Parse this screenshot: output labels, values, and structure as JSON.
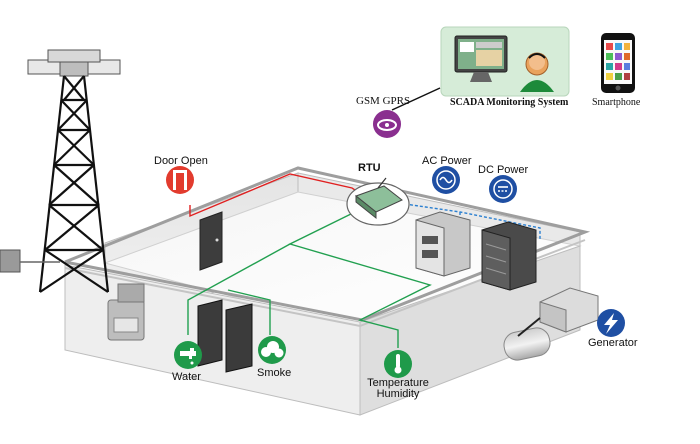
{
  "labels": {
    "door_open": "Door Open",
    "gsm_gprs": "GSM GPRS",
    "scada": "SCADA Monitoring System",
    "smartphone": "Smartphone",
    "rtu": "RTU",
    "ac_power": "AC Power",
    "dc_power": "DC Power",
    "generator": "Generator",
    "water": "Water",
    "smoke": "Smoke",
    "temperature": "Temperature",
    "humidity": "Humidity"
  },
  "icons": {
    "door_open": "door-icon",
    "gsm_gprs": "gsm-antenna-icon",
    "ac_power": "ac-wave-icon",
    "dc_power": "dc-lines-icon",
    "generator": "lightning-icon",
    "water": "faucet-icon",
    "smoke": "smoke-cloud-icon",
    "temperature": "thermometer-icon"
  },
  "colors": {
    "alarm_red": "#e23b2e",
    "power_blue": "#1f4fa3",
    "gsm_purple": "#8a2f8f",
    "sensor_green": "#1f9a4a",
    "scada_panel": "#d6ecd8",
    "wire_red": "#e02020",
    "wire_green": "#22a050",
    "wire_blue": "#2a7fd0"
  }
}
